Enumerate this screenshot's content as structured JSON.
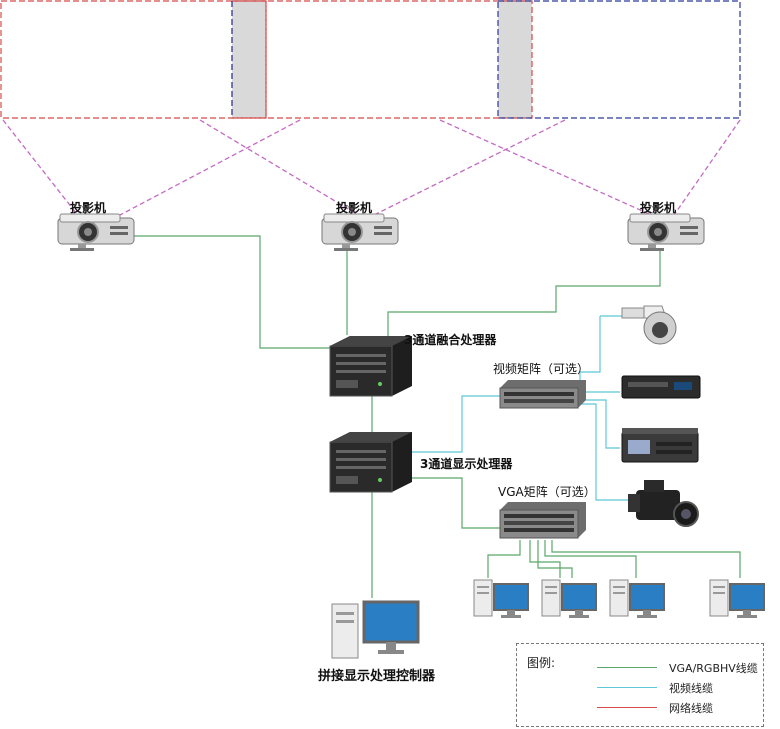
{
  "labels": {
    "projector": "投影机",
    "blend_processor": "3通道融合处理器",
    "video_matrix": "视频矩阵（可选）",
    "display_processor": "3通道显示处理器",
    "vga_matrix": "VGA矩阵（可选）",
    "controller": "拼接显示处理控制器"
  },
  "legend": {
    "title": "图例:",
    "items": [
      {
        "label": "VGA/RGBHV线缆",
        "color": "#5aa66a"
      },
      {
        "label": "视频线缆",
        "color": "#5ec8d8"
      },
      {
        "label": "网络线缆",
        "color": "#d84a4a"
      }
    ]
  },
  "colors": {
    "vga_cable": "#5aa66a",
    "video_cable": "#5ec8d8",
    "projection_line": "#c46ac4",
    "screen_red": "#d84a4a",
    "screen_blue": "#2b3a9a",
    "blend_band": "#d9d9d9"
  },
  "icons": [
    "projector-icon",
    "rack-server-icon",
    "matrix-switch-icon",
    "dome-camera-icon",
    "dvd-player-icon",
    "vcr-icon",
    "camcorder-icon",
    "pc-tower-icon",
    "monitor-icon"
  ]
}
